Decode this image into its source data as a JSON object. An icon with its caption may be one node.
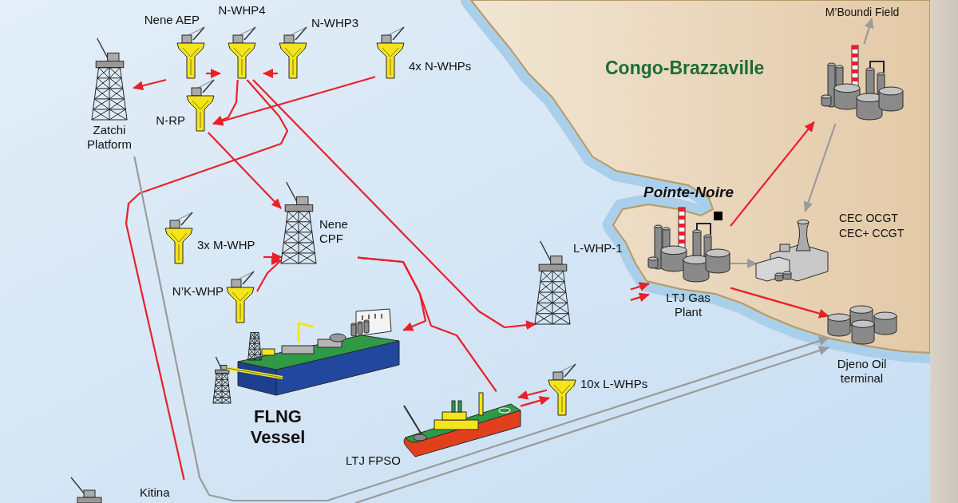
{
  "diagram": {
    "nodes": [
      {
        "text": [
          "Nene AEP"
        ]
      },
      {
        "text": [
          "N-WHP4"
        ]
      },
      {
        "text": [
          "N-WHP3"
        ]
      },
      {
        "text": [
          "4x N-WHPs"
        ]
      },
      {
        "text": [
          "Zatchi Platform"
        ]
      },
      {
        "text": [
          "N-RP"
        ]
      },
      {
        "text": [
          "3x M-WHP"
        ]
      },
      {
        "text": [
          "N’K-WHP"
        ]
      },
      {
        "text": [
          "Nene CPF"
        ]
      },
      {
        "text": [
          "FLNG Vessel"
        ]
      },
      {
        "text": [
          "LTJ FPSO"
        ]
      },
      {
        "text": [
          "L-WHP-1"
        ]
      },
      {
        "text": [
          "10x L-WHPs"
        ]
      },
      {
        "text": [
          "LTJ Gas Plant"
        ]
      },
      {
        "text": [
          "M’Boundi Field"
        ]
      },
      {
        "text": [],
        "shape": "picture"
      },
      {
        "text": [
          "CEC OCGT",
          "CEC+ CCGT"
        ]
      },
      {
        "text": [
          "Djeno Oil terminal"
        ]
      },
      {
        "text": [
          "Kitina"
        ]
      }
    ],
    "edges": [
      {
        "from": 0,
        "to": 4,
        "arrow": "to"
      },
      {
        "from": 0,
        "to": 1,
        "arrow": "to"
      },
      {
        "from": 2,
        "to": 1,
        "arrow": "to"
      },
      {
        "from": 1,
        "to": 5,
        "arrow": "to"
      },
      {
        "from": 3,
        "to": 5,
        "arrow": "to"
      },
      {
        "from": 5,
        "to": 8,
        "arrow": "to"
      },
      {
        "from": 6,
        "to": 8,
        "arrow": "to"
      },
      {
        "from": 7,
        "to": 8,
        "arrow": "to"
      },
      {
        "from": 8,
        "to": 9,
        "arrow": "to"
      },
      {
        "from": 1,
        "to": 11,
        "arrow": "to"
      },
      {
        "from": 1,
        "to": 18,
        "arrow": "none"
      },
      {
        "from": 8,
        "to": 10,
        "arrow": "none"
      },
      {
        "from": 11,
        "to": 13,
        "arrow": "to"
      },
      {
        "from": 11,
        "to": 13,
        "arrow": "to"
      },
      {
        "from": 12,
        "to": 10,
        "arrow": "to"
      },
      {
        "from": 10,
        "to": 12,
        "arrow": "to"
      },
      {
        "from": 13,
        "to": 15,
        "arrow": "to"
      },
      {
        "from": 13,
        "to": 17,
        "arrow": "to"
      },
      {
        "from": 13,
        "to": 16,
        "arrow": "to",
        "color": "#9b9b9b"
      },
      {
        "from": 15,
        "to": 14,
        "arrow": "to",
        "color": "#9b9b9b"
      },
      {
        "from": 15,
        "to": 16,
        "arrow": "to",
        "color": "#9b9b9b"
      },
      {
        "from": 4,
        "to": 17,
        "arrow": "to",
        "color": "#9b9b9b"
      },
      {
        "from": null,
        "to": 17,
        "arrow": "to",
        "color": "#9b9b9b"
      }
    ],
    "labels": [
      "Congo-Brazzaville",
      "Pointe-Noire"
    ]
  }
}
